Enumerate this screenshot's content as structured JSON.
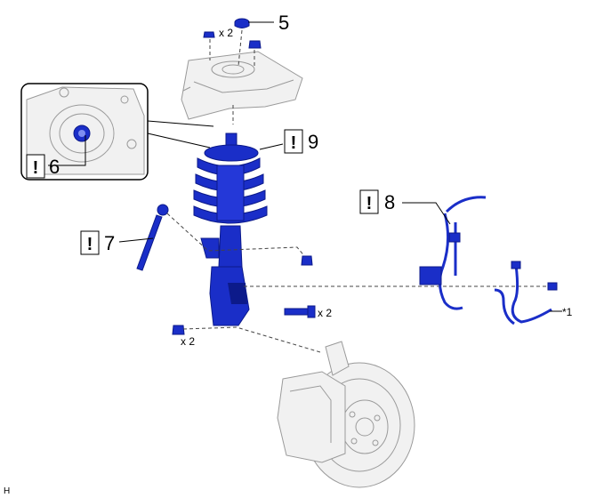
{
  "colors": {
    "highlight_part": "#1a2ec8",
    "highlight_dark": "#0c1a8a",
    "reference_part": "#efefef",
    "reference_outline": "#999999",
    "ink": "#000000"
  },
  "callouts": {
    "c5": "5",
    "c6": "6",
    "c7": "7",
    "c8": "8",
    "c9": "9",
    "ref1": "*1"
  },
  "quantities": {
    "top_nuts": "x 2",
    "strut_bolts": "x 2",
    "strut_nuts": "x 2"
  },
  "warning_symbol": "!",
  "corner_label": "H"
}
